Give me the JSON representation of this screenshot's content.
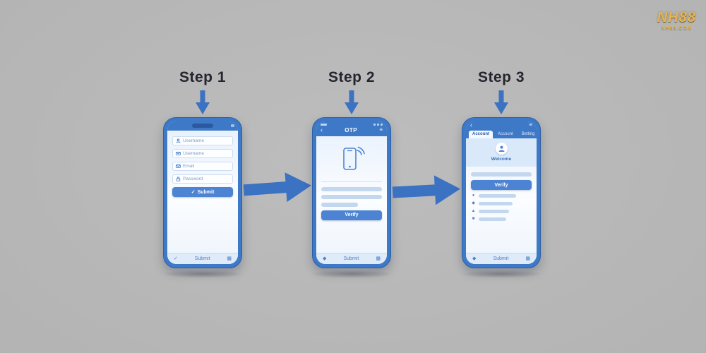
{
  "logo": {
    "title": "NH88",
    "subtitle": "NH88.COM"
  },
  "steps": [
    {
      "label": "Step 1"
    },
    {
      "label": "Step 2"
    },
    {
      "label": "Step 3"
    }
  ],
  "icons": {
    "back_glyph": "‹",
    "menu_glyph": "≡",
    "check_glyph": "✓",
    "grid_glyph": "▦",
    "diamond_glyph": "◆",
    "user_glyph": "●",
    "bell_glyph": "◆",
    "tag_glyph": "▲",
    "gear_glyph": "■"
  },
  "phone1": {
    "fields": [
      {
        "icon": "user-icon",
        "label": "Username"
      },
      {
        "icon": "mail-icon",
        "label": "Username"
      },
      {
        "icon": "mail-icon",
        "label": "Email"
      },
      {
        "icon": "lock-icon",
        "label": "Password"
      }
    ],
    "submit_button": "Submit",
    "nav_label": "Submit"
  },
  "phone2": {
    "header_title": "OTP",
    "verify_button": "Verify",
    "nav_label": "Submit"
  },
  "phone3": {
    "tabs": [
      {
        "label": "Account",
        "active": true
      },
      {
        "label": "Account",
        "active": false
      },
      {
        "label": "Betting",
        "active": false
      }
    ],
    "welcome_text": "Welcome",
    "verify_button": "Verify",
    "nav_label": "Submit"
  },
  "colors": {
    "background_gray": "#b2b2b2",
    "phone_frame_blue": "#3e79c7",
    "button_blue": "#4c83d2",
    "arrow_blue": "#3b72c2",
    "step_text": "#25252f",
    "logo_gold": "#e6b84a"
  }
}
